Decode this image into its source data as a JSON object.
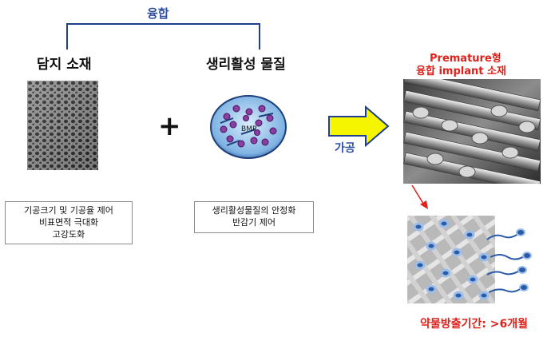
{
  "fusion_label": "융합",
  "left": {
    "title": "담지 소재",
    "notes": [
      "기공크기 및 기공율 제어",
      "비표면적 극대화",
      "고강도화"
    ]
  },
  "plus": "+",
  "middle": {
    "title": "생리활성 물질",
    "bmp_label": "BMP",
    "notes": [
      "생리활성물질의 안정화",
      "반감기 제어"
    ]
  },
  "process_label": "가공",
  "right": {
    "title_line1": "Premature형",
    "title_line2": "융합 implant 소재",
    "release_label": "약물방출기간: >6개월"
  },
  "colors": {
    "connector": "#1f3f8f",
    "arrow_fill": "#f5f500",
    "arrow_stroke": "#1f3f8f",
    "red": "#e0201a",
    "blue_text": "#2f4f9f"
  }
}
